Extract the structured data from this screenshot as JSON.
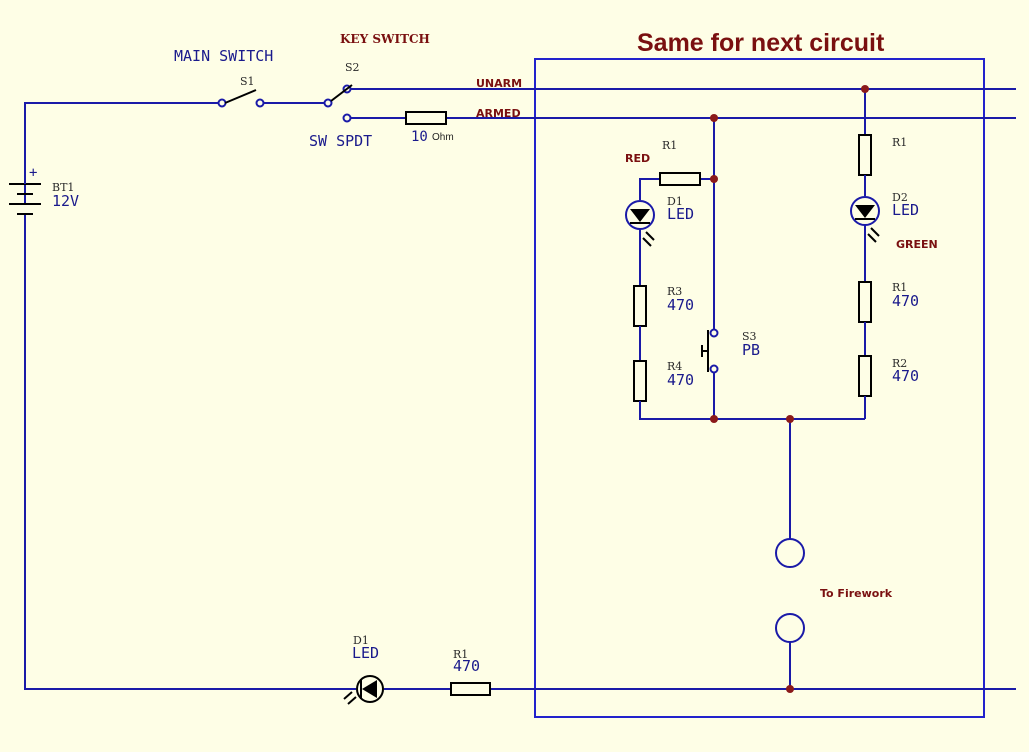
{
  "title": "Same for next circuit",
  "labels": {
    "main_switch": "MAIN SWITCH",
    "key_switch": "KEY SWITCH",
    "s1": "S1",
    "s2": "S2",
    "sw_spdt": "SW SPDT",
    "unarm": "UNARM",
    "armed": "ARMED",
    "series_res_value": "10",
    "series_res_unit": "Ohm",
    "battery_ref": "BT1",
    "battery_value": "12V",
    "red": "RED",
    "green": "GREEN",
    "r1_red": "R1",
    "d1_ref": "D1",
    "d1_value": "LED",
    "d2_ref": "D2",
    "d2_value": "LED",
    "r1_green": "R1",
    "r3_ref": "R3",
    "r3_value": "470",
    "r4_ref": "R4",
    "r4_value": "470",
    "s3_ref": "S3",
    "s3_value": "PB",
    "r1b_ref": "R1",
    "r1b_value": "470",
    "r2_ref": "R2",
    "r2_value": "470",
    "to_firework": "To Firework",
    "bottom_led_ref": "D1",
    "bottom_led_value": "LED",
    "bottom_res_ref": "R1",
    "bottom_res_value": "470",
    "battery_plus": "+"
  },
  "colors": {
    "background": "#fefee6",
    "wire": "#1a1aa8",
    "node": "#8b1a1a",
    "title": "#7a1010"
  }
}
